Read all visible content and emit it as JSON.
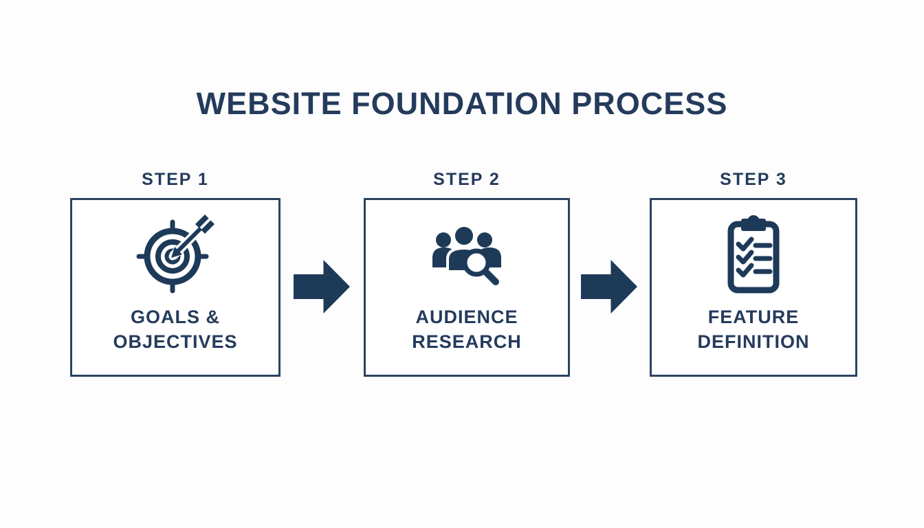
{
  "title": "WEBSITE FOUNDATION PROCESS",
  "colors": {
    "navy": "#1e3a59",
    "text": "#243b5c",
    "box_border": "#2b445f",
    "background": "#fdfdfd"
  },
  "steps": [
    {
      "label": "STEP 1",
      "title_line1": "GOALS &",
      "title_line2": "OBJECTIVES",
      "icon": "target-arrow-icon"
    },
    {
      "label": "STEP 2",
      "title_line1": "AUDIENCE",
      "title_line2": "RESEARCH",
      "icon": "audience-magnifier-icon"
    },
    {
      "label": "STEP 3",
      "title_line1": "FEATURE",
      "title_line2": "DEFINITION",
      "icon": "clipboard-checklist-icon"
    }
  ],
  "connectors": [
    {
      "type": "arrow-right"
    },
    {
      "type": "arrow-right"
    }
  ]
}
